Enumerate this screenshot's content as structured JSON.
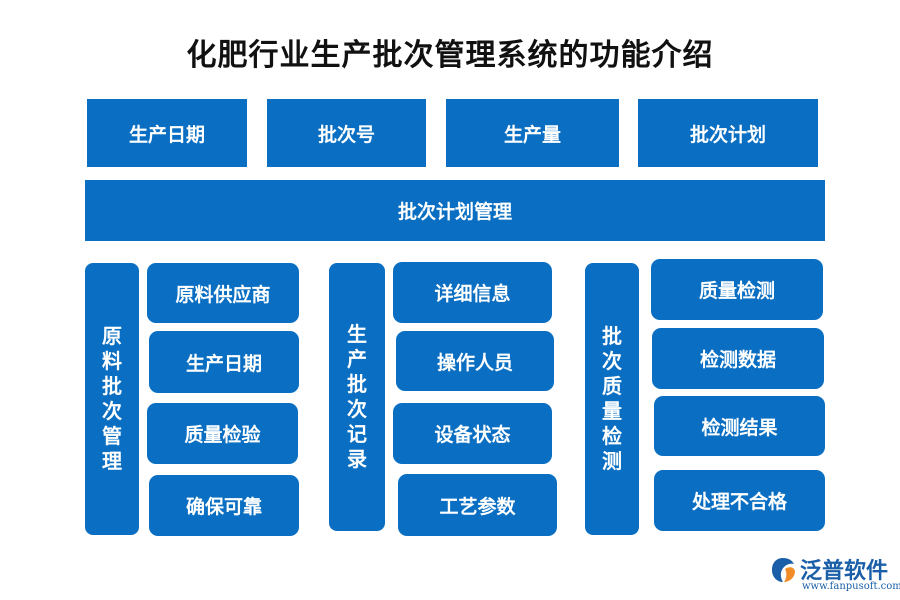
{
  "title": "化肥行业生产批次管理系统的功能介绍",
  "top_row": [
    "生产日期",
    "批次号",
    "生产量",
    "批次计划"
  ],
  "banner": "批次计划管理",
  "groups": [
    {
      "name": "原料批次管理",
      "items": [
        "原料供应商",
        "生产日期",
        "质量检验",
        "确保可靠"
      ]
    },
    {
      "name": "生产批次记录",
      "items": [
        "详细信息",
        "操作人员",
        "设备状态",
        "工艺参数"
      ]
    },
    {
      "name": "批次质量检测",
      "items": [
        "质量检测",
        "检测数据",
        "检测结果",
        "处理不合格"
      ]
    }
  ],
  "logo": {
    "name": "泛普软件",
    "url": "www.fanpusoft.com",
    "icon": "fanpu-logo-icon"
  },
  "colors": {
    "box": "#0a6fc2",
    "text": "#ffffff",
    "title": "#111111",
    "logo": "#1a5fa8",
    "logo_accent": "#f28c28"
  }
}
